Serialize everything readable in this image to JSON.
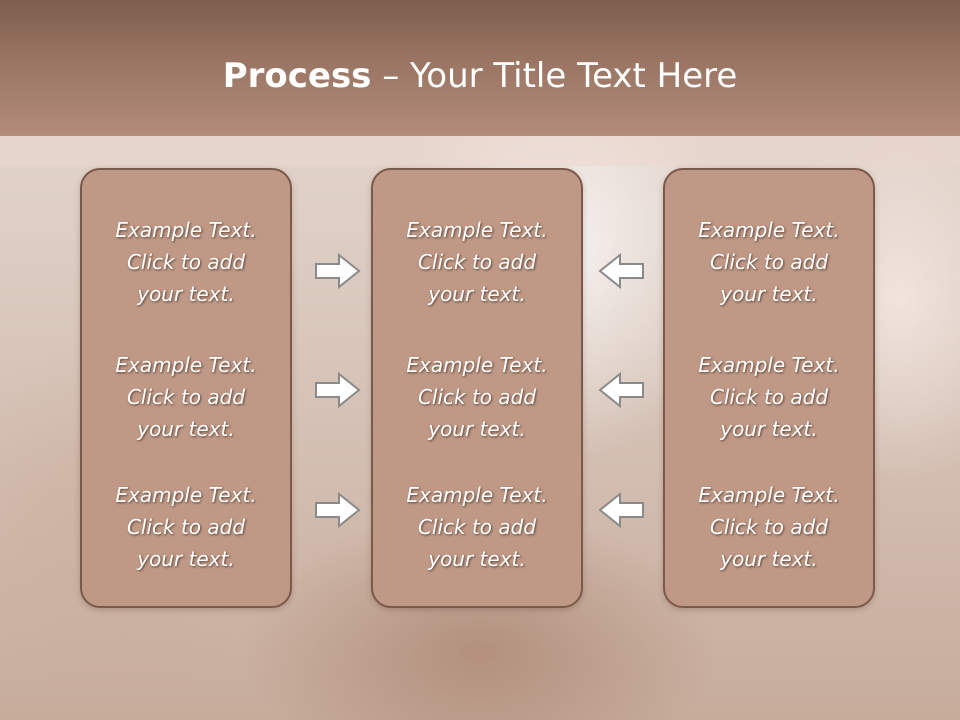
{
  "title": {
    "bold": "Process",
    "rest": " – Your Title Text Here"
  },
  "panels": [
    {
      "items": [
        {
          "line1": "Example Text.",
          "line2": "Click  to add",
          "line3": "your text."
        },
        {
          "line1": "Example Text.",
          "line2": "Click  to add",
          "line3": "your text."
        },
        {
          "line1": "Example Text.",
          "line2": "Click  to add",
          "line3": "your text."
        }
      ]
    },
    {
      "items": [
        {
          "line1": "Example Text.",
          "line2": "Click  to add",
          "line3": "your text."
        },
        {
          "line1": "Example Text.",
          "line2": "Click  to add",
          "line3": "your text."
        },
        {
          "line1": "Example Text.",
          "line2": "Click  to add",
          "line3": "your text."
        }
      ]
    },
    {
      "items": [
        {
          "line1": "Example Text.",
          "line2": "Click  to add",
          "line3": "your text."
        },
        {
          "line1": "Example Text.",
          "line2": "Click  to add",
          "line3": "your text."
        },
        {
          "line1": "Example Text.",
          "line2": "Click  to add",
          "line3": "your text."
        }
      ]
    }
  ],
  "arrows": {
    "left_column": "right-arrow-icon",
    "right_column": "left-arrow-icon"
  },
  "colors": {
    "header": "#9a7563",
    "panel_fill": "#bf9986",
    "panel_border": "#7c5a4b",
    "text": "#ffffff"
  }
}
